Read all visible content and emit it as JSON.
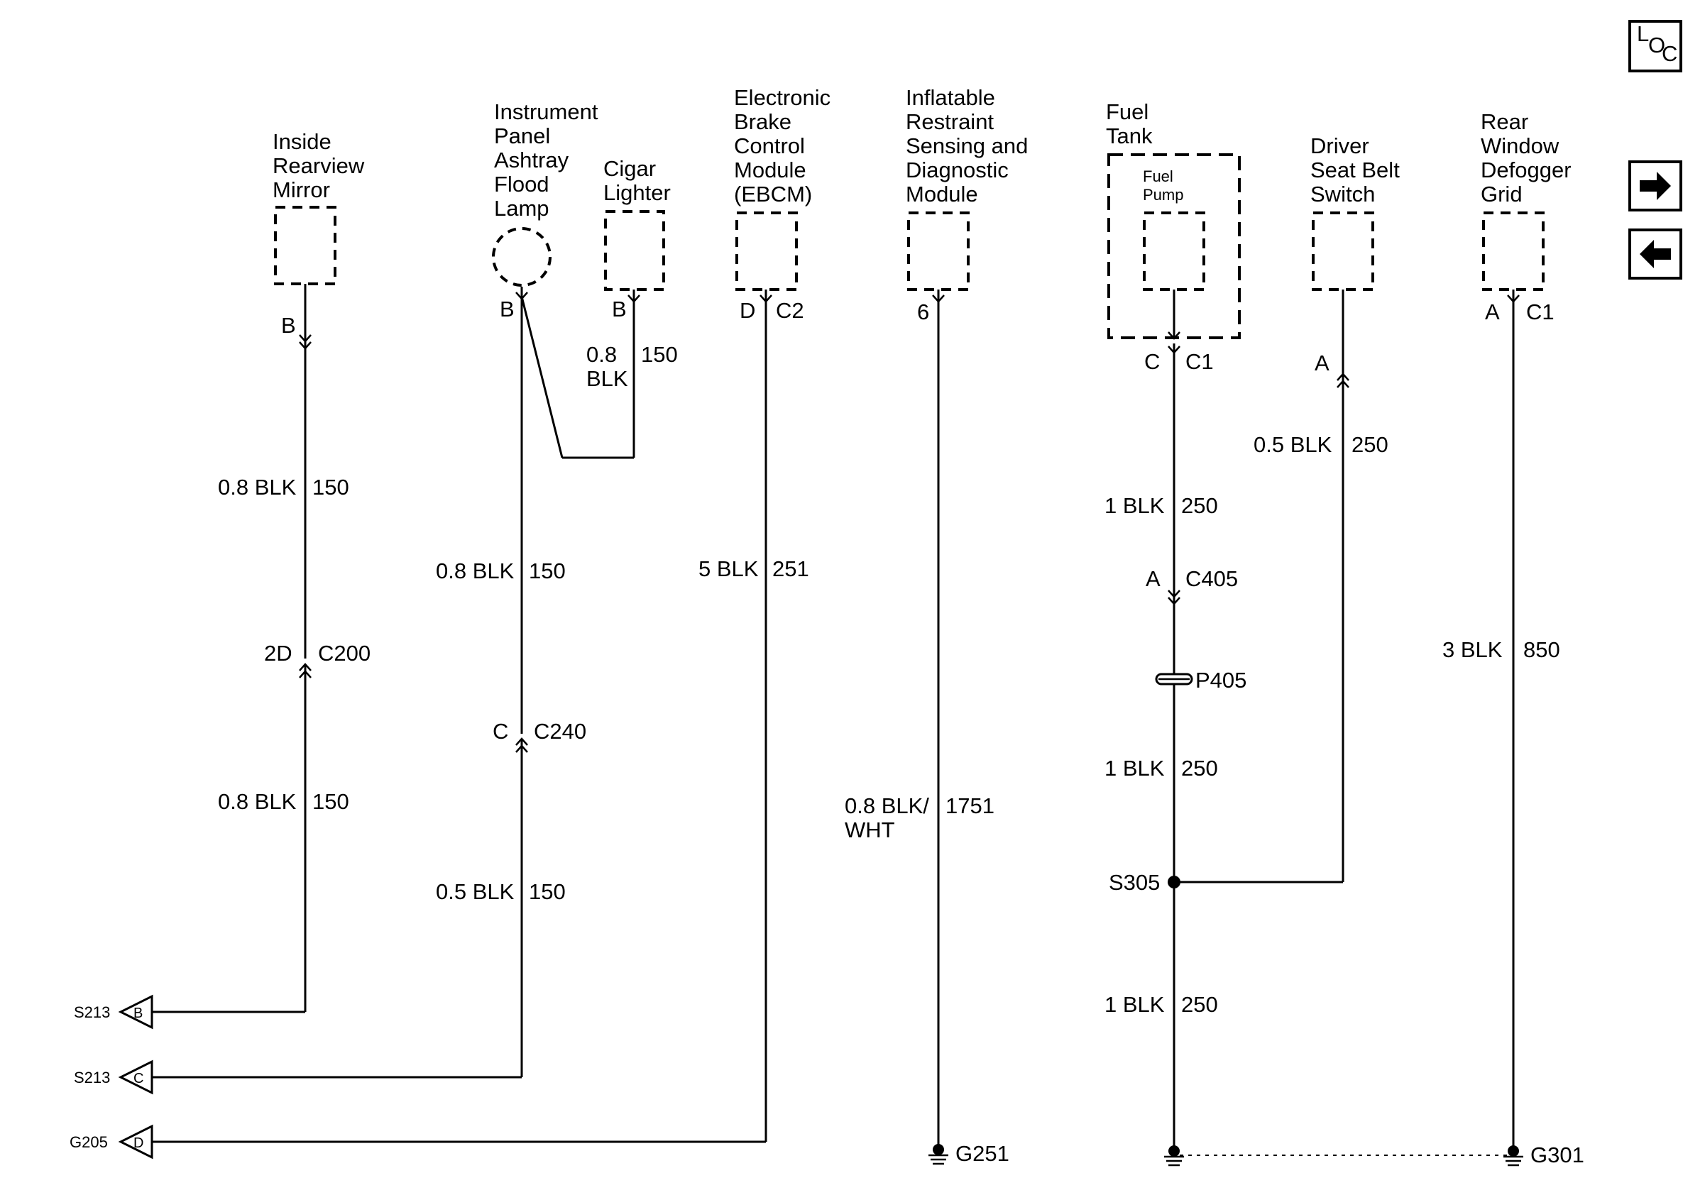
{
  "components": {
    "mirror": [
      "Inside",
      "Rearview",
      "Mirror"
    ],
    "flood_lamp": [
      "Instrument",
      "Panel",
      "Ashtray",
      "Flood",
      "Lamp"
    ],
    "cigar": [
      "Cigar",
      "Lighter"
    ],
    "ebcm": [
      "Electronic",
      "Brake",
      "Control",
      "Module",
      "(EBCM)"
    ],
    "airbag": [
      "Inflatable",
      "Restraint",
      "Sensing and",
      "Diagnostic",
      "Module"
    ],
    "fuel_tank": [
      "Fuel",
      "Tank"
    ],
    "fuel_pump": [
      "Fuel",
      "Pump"
    ],
    "seatbelt": [
      "Driver",
      "Seat Belt",
      "Switch"
    ],
    "defogger": [
      "Rear",
      "Window",
      "Defogger",
      "Grid"
    ]
  },
  "pins": {
    "mirror_b": "B",
    "lamp_b": "B",
    "cigar_b": "B",
    "ebcm_d": "D",
    "ebcm_conn": "C2",
    "airbag_6": "6",
    "pump_c": "C",
    "pump_conn": "C1",
    "seatbelt_a": "A",
    "defog_a": "A",
    "defog_conn": "C1"
  },
  "connectors": {
    "c200_pin": "2D",
    "c200": "C200",
    "c240_pin": "C",
    "c240": "C240",
    "c405_pin": "A",
    "c405": "C405",
    "p405": "P405"
  },
  "wires": {
    "mirror_upper": {
      "size": "0.8 BLK",
      "circuit": "150"
    },
    "mirror_lower": {
      "size": "0.8 BLK",
      "circuit": "150"
    },
    "cigar": {
      "size_line1": "0.8",
      "size_line2": "BLK",
      "circuit": "150"
    },
    "lamp_upper": {
      "size": "0.8 BLK",
      "circuit": "150"
    },
    "lamp_lower": {
      "size": "0.5 BLK",
      "circuit": "150"
    },
    "ebcm": {
      "size": "5 BLK",
      "circuit": "251"
    },
    "airbag": {
      "size_line1": "0.8 BLK/",
      "size_line2": "WHT",
      "circuit": "1751"
    },
    "pump_upper": {
      "size": "1 BLK",
      "circuit": "250"
    },
    "pump_mid": {
      "size": "1 BLK",
      "circuit": "250"
    },
    "pump_lower": {
      "size": "1 BLK",
      "circuit": "250"
    },
    "seatbelt": {
      "size": "0.5 BLK",
      "circuit": "250"
    },
    "defogger": {
      "size": "3 BLK",
      "circuit": "850"
    }
  },
  "splices": {
    "s305": "S305"
  },
  "offpage": [
    {
      "label": "S213",
      "letter": "B"
    },
    {
      "label": "S213",
      "letter": "C"
    },
    {
      "label": "G205",
      "letter": "D"
    }
  ],
  "grounds": {
    "g251": "G251",
    "g301": "G301"
  },
  "nav": {
    "loc_l": "L",
    "loc_o": "O",
    "loc_c": "C",
    "next_glyph": "🡆",
    "prev_glyph": "🡄"
  }
}
